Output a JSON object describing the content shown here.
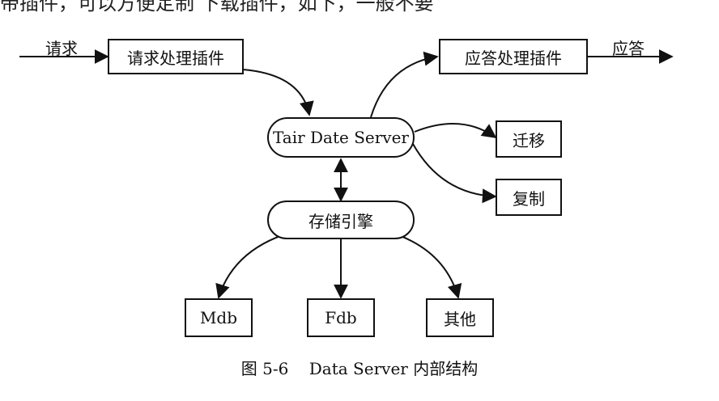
{
  "top_text": "带插件，可以方便定制  下载插件，如下，一般不要",
  "diagram": {
    "input_label": "请求",
    "output_label": "应答",
    "request_plugin": "请求处理插件",
    "response_plugin": "应答处理插件",
    "server": "Tair Date Server",
    "migrate": "迁移",
    "replicate": "复制",
    "storage_engine": "存储引擎",
    "mdb": "Mdb",
    "fdb": "Fdb",
    "other": "其他"
  },
  "caption": "图 5-6    Data Server 内部结构"
}
